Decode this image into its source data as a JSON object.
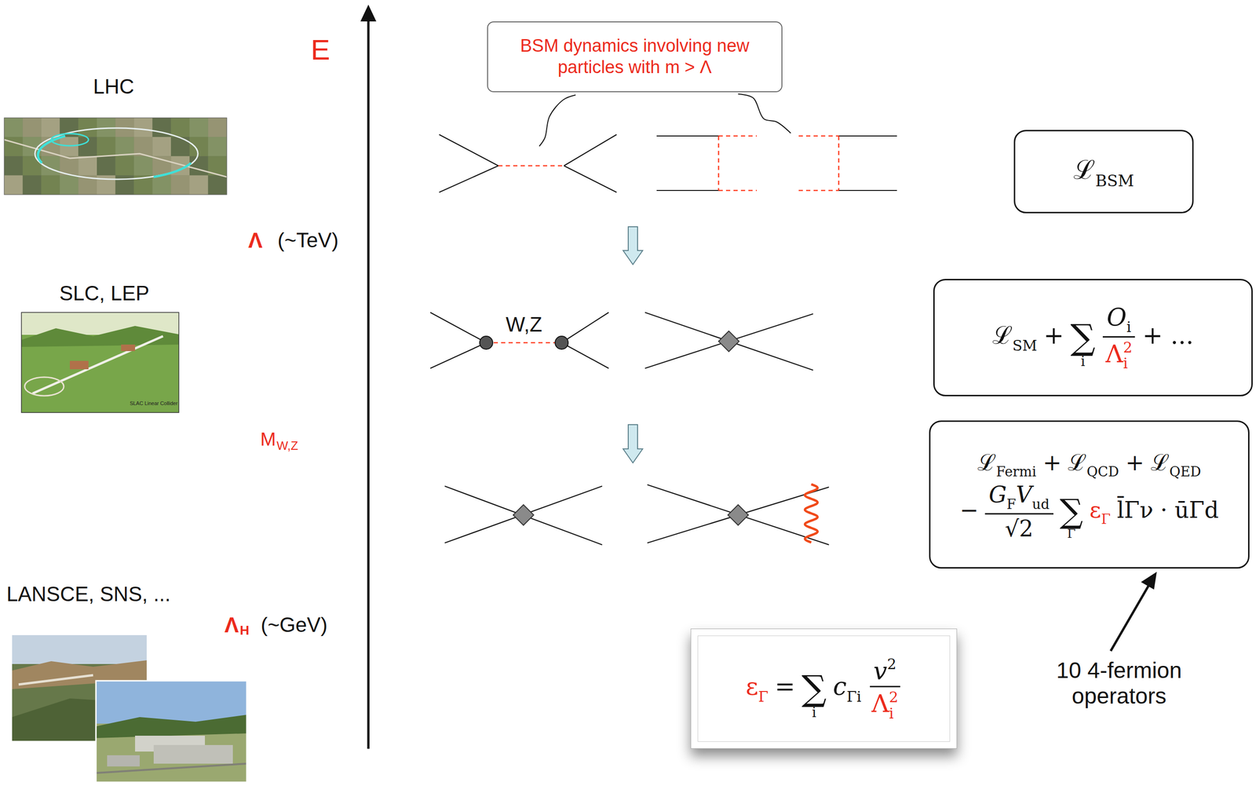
{
  "diagram": {
    "nodes": [
      {
        "text": [
          "BSM dynamics involving new particles with m > Λ"
        ]
      },
      {
        "text": [
          "ℒ",
          "BSM"
        ]
      },
      {
        "text": [
          "ℒ",
          "SM",
          "+",
          "∑",
          "i",
          "O",
          "i",
          "Λ",
          "i",
          "2",
          "+ ..."
        ]
      },
      {
        "text": [
          "ℒ",
          "Fermi",
          "+",
          "ℒ",
          "QCD",
          "+",
          "ℒ",
          "QED",
          "−",
          "G",
          "F",
          "V",
          "ud",
          "√2",
          "∑",
          "Γ",
          "ε",
          "Γ",
          "l̄Γν · ūΓd"
        ]
      },
      {
        "text": [
          "ε",
          "Γ",
          "=",
          "∑",
          "i",
          "c",
          "Γi",
          "v",
          "2",
          "Λ",
          "i",
          "2"
        ]
      }
    ],
    "labels": [
      "E",
      "LHC",
      "Λ",
      "(~TeV)",
      "SLC, LEP",
      "SLAC Linear Collider",
      "M",
      "W,Z",
      "W,Z",
      "LANSCE, SNS, ...",
      "Λ",
      "H",
      "(~GeV)",
      "10 4-fermion operators"
    ]
  }
}
